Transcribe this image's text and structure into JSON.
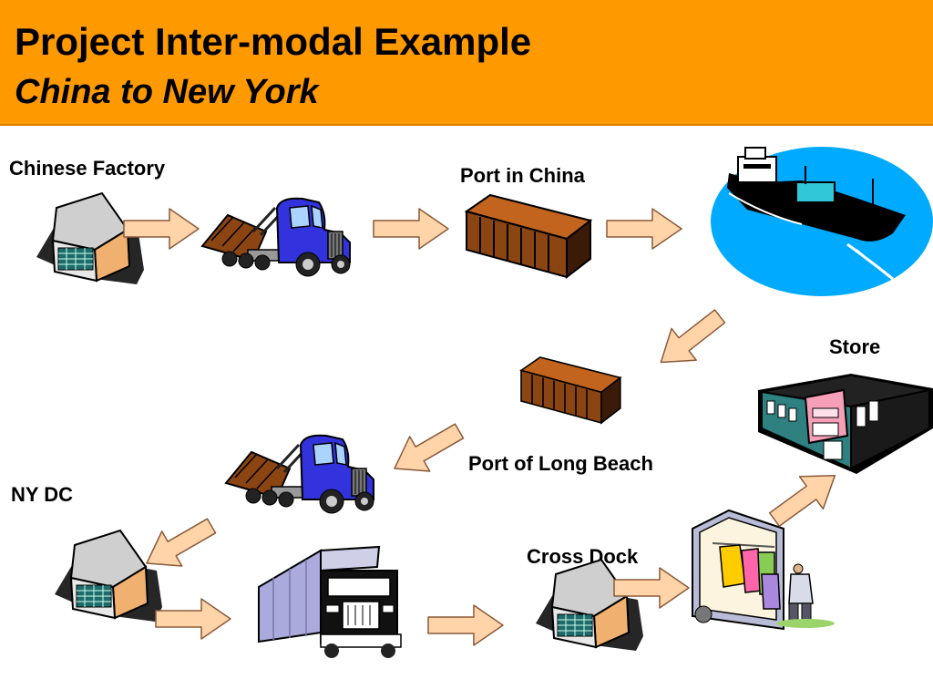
{
  "slide": {
    "title": "Project Inter-modal Example",
    "subtitle": "China to New York"
  },
  "labels": {
    "chinese_factory": "Chinese Factory",
    "port_in_china": "Port in China",
    "store": "Store",
    "port_of_long_beach": "Port of Long Beach",
    "ny_dc": "NY DC",
    "cross_dock": "Cross Dock"
  },
  "colors": {
    "header": "#ff9900",
    "arrow_fill": "#ffd4a8",
    "arrow_stroke": "#8a5a3a",
    "truck_blue": "#3333dd",
    "container_brown": "#8b4513",
    "ocean_blue": "#00aaff"
  },
  "icons": [
    "factory-building-icon",
    "dump-truck-icon",
    "shipping-container-icon",
    "cargo-ship-icon",
    "semi-truck-icon",
    "delivery-van-icon",
    "store-building-icon"
  ]
}
